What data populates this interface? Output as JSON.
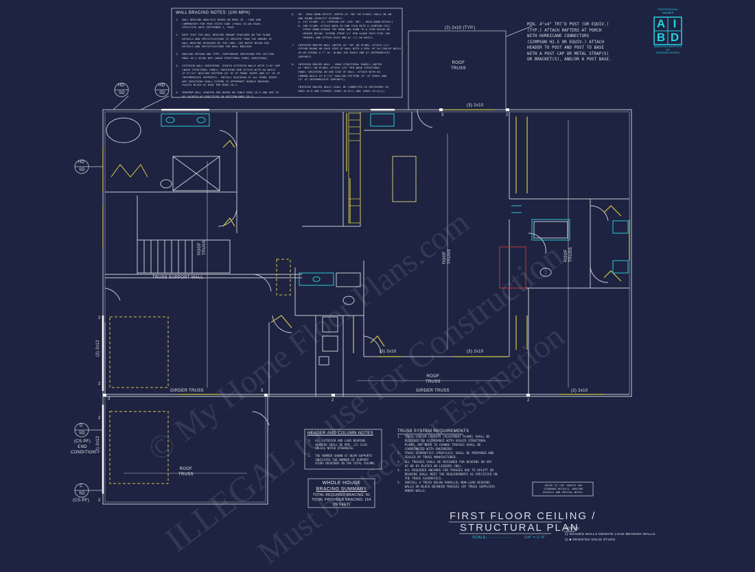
{
  "wall_bracing_notes": {
    "title": "WALL BRACING NOTES: (100 MPH)",
    "col1": "1.  WALL BRACING ANALYSIS BASED ON R602.10 - CODE AND\n    COMMENTARY FOR YEAR STATE CODE (FINAL 03-06-YEAR)\n    EFFECTIVE DATE SEPTEMBER 1, YEAR.\n\n2.  NOTE THAT THE WALL BRACING AMOUNT PROVIDED ON THE PLANS\n    DETAILS AND SPECIFICATIONS IS GREATER THAN THE AMOUNT OF\n    WALL BRACING REQUIRED BY THE CODE. SEE NOTES BELOW FOR\n    DETAILS AND SPECIFICATIONS FOR WALL BRACING.\n\n3.  BRACING METHOD AND TYPE: CONTINUOUS SHEATHING PER SECTION\n    R602.10.3 USING WSP (WOOD STRUCTURAL PANEL SHEATHING).\n\n4.  EXTERIOR WALL SHEATHING: SHEATH EXTERIOR WALLS WITH 7/16\" WSP\n    (WOOD STRUCTURAL PANEL) SHEATHING AND ATTACH WITH 8d NAILS\n    AT 6\"/12\" NAILING PATTERN (6\" OC AT PANEL EDGES AND 12\" OC AT\n    INTERMEDIATE SUPPORTS). INSTALL BLOCKING AT ALL PANEL EDGES.\n    WSP SHEATHING SHALL EXTEND TO UPPERMOST DOUBLE BEARING\n    PLATES BLOCK AT ROOF PER R602.10.3.\n\n5.  MINIMUM WALL LENGTHS ARE BASED ON TABLE R602.10.5 AND ARE TO\n    BE LOCATED AS SPECIFIED IN SECTION R602.10.3.",
    "col2": "6.  HD - HOLD DOWN DEVICE (NOTED AS \"HD\" ON PLANS) SHALL BE AN\n    800 POUND CAPACITY ASSEMBLY:\n    a. 1ST FLOOR: (2) SIMPSON SSP (SEE \"HD\" - HOLD-DOWN DETAIL)\n    b. 2ND FLOOR: ATTACH BASE OF END STUD WITH A SIMPSON CS22\n       STRAP DOWN ACROSS THE BAND AND DOWN TO A STUD BELOW OR\n       HEADER BELOW. EXTEND STRAP 11\" MIN ALONG EACH STUD (OR\n       HEADER) AND ATTACH EACH END W/ (7) 8d NAILS.\n\n7.  INTERIOR BRACED WALL (NOTED AS \"GB\" ON PLANS) ATTACH 1/2\"\n    GYPSUM BOARD ON EACH SIDE OF WALL WITH A MIN. OF 5d COOLER NAILS\n    OR #6 SCREWS @ 7\" OC. ALONG THE EDGES AND AT INTERMEDIATE\n    SUPPORTS.\n\n8.  INTERIOR BRACED WALL - WOOD STRUCTURAL PANELS (NOTED\n    AS \"WSP\") ON PLANS) ATTACH 3/8\" MIN WOOD STRUCTURAL\n    PANEL SHEATHING ON ONE SIDE OF WALL. ATTACH WITH 6d\n    COMMON NAILS AT 6\"/12\" NAILING PATTERN (6\" AT EDGES AND\n    12\" AT INTERMEDIATE SUPPORTS).\n\n    INTERIOR BRACED WALLS SHALL BE CONNECTED AS DESCRIBED IN\n    R602.10.8 AND FIGURES (R602.10.8(1) AND (R602.10.8(2))."
  },
  "porch_note": "MIN. 4\"x4\" TRT'D POST (OR EQUIV.)\n(TYP.) ATTACH RAFTERS AT PORCH\nWITH HURRICANE CONNECTORS\n(SIMPSON H2.5 OR EQUIV.) ATTACH\nHEADER TO POST AND POST TO BASE\nWITH A POST CAP OR METAL STRAP(S)\nOR BRACKET(S), AND/OR A POST BASE.",
  "logo": {
    "top": "PROFESSIONAL\nMEMBER",
    "letters": [
      "A",
      "I",
      "B",
      "D"
    ],
    "bottom": "AMERICAN INSTITUTE\nOF\nBUILDING DESIGN",
    "color": "#22d3e6"
  },
  "plan_labels": {
    "top_beam": "(2) 2x10 (TYP.)",
    "roof_truss": "ROOF\nTRUSS",
    "header_3_2x10": "(3) 2x10",
    "truss_support_wall": "TRUSS SUPPORT WALL",
    "girder_truss": "GIRDER TRUSS",
    "beam_2x12": "(2) 2x12",
    "beam_3x10": "(3) 2x10",
    "beam_2x10_small": "(2) 2x10",
    "beam_2x10_right": "(2) 2x10",
    "roof_truss_rotated": "ROOF TRUSS",
    "num_2": "2",
    "num_3": "3"
  },
  "tags": {
    "hd": "HD",
    "sd": "SD",
    "d": "D",
    "c": "C",
    "cs_pf": "(CS-PF)",
    "end_condition": "(CS-PF)\nEND\nCONDITION"
  },
  "header_column_notes": {
    "title": "HEADER AND COLUMN NOTES",
    "body": "1.  ALL EXTERIOR AND LOAD BEARING\n    HEADERS SHALL BE MIN. (2) 2x10\n    UNLESS NOTED OTHERWISE.\n\n2.  THE NUMBER SHOWN AT BEAM SUPPORTS\n    INDICATES THE NUMBER OF SUPPORT\n    STUDS REQUIRED IN THE TOTAL COLUMN."
  },
  "bracing_summary": {
    "title1": "WHOLE HOUSE",
    "title2": "BRACING SUMMARY",
    "required": "TOTAL REQUIRED BRACING: 81",
    "provided": "TOTAL PROVIDED BRACING: 164",
    "unit": "(IN FEET)"
  },
  "truss_requirements": {
    "title": "TRUSS SYSTEM REQUIREMENTS",
    "body": "1.  TRUSS SYSTEM LAYOUTS (PLACEMENT PLANS) SHALL BE\n    DESIGNED IN ACCORDANCE WITH SEALED STRUCTURAL\n    PLANS. ANY NEED TO CHANGE TRUSSES SHALL BE\n    COORDINATED WITH ENGINEERS.\n2.  TRUSS SCHEMATICS (PROFILES) SHALL BE PREPARED AND\n    SEALED BY TRUSS MANUFACTURER.\n3.  ALL TRUSSES SHALL BE DESIGNED FOR BEARING ON SPF\n    #2 OR #3 PLATES OR LEDGERS (NO).\n4.  ALL REQUIRED ANCHORS FOR TRUSSES DUE TO UPLIFT OR\n    BEARING SHALL MEET THE REQUIREMENTS AS SPECIFIED ON\n    THE TRUSS SCHEMATICS.\n5.  INSTALL A TRUSS BELOW PARALLEL NON-LOAD BEARING\n    WALLS OR BLOCK BETWEEN TRUSSES (BY TRUSS SUPPLIER)\n    UNDER WALLS."
  },
  "refer_note": "REFER TO \"SD\" SHEETS FOR\nSTANDARD DETAILS, BRACING\nDETAILS AND SPECIAL NOTES.",
  "title_block": {
    "line1": "FIRST FLOOR CEILING /",
    "line2": "STRUCTURAL PLAN",
    "scale_label": "SCALE:",
    "scale_value": "1/4\" = 1'-0\""
  },
  "notes": {
    "title": "NOTES:",
    "n1": "1)  SHADED WALLS DENOTE LOAD BEARING WALLS.",
    "n2": "2)  ■ DENOTES SOLID STUDS."
  },
  "watermarks": [
    "© My Home Floor Plans.com",
    "ILLEGAL to use for Construction",
    "Must be used for Estimation"
  ],
  "colors": {
    "background": "#1d2340",
    "lines": "#c9ccd6",
    "yellow": "#d6c94a",
    "cyan": "#2ec9dc",
    "red": "#c43a3a"
  }
}
